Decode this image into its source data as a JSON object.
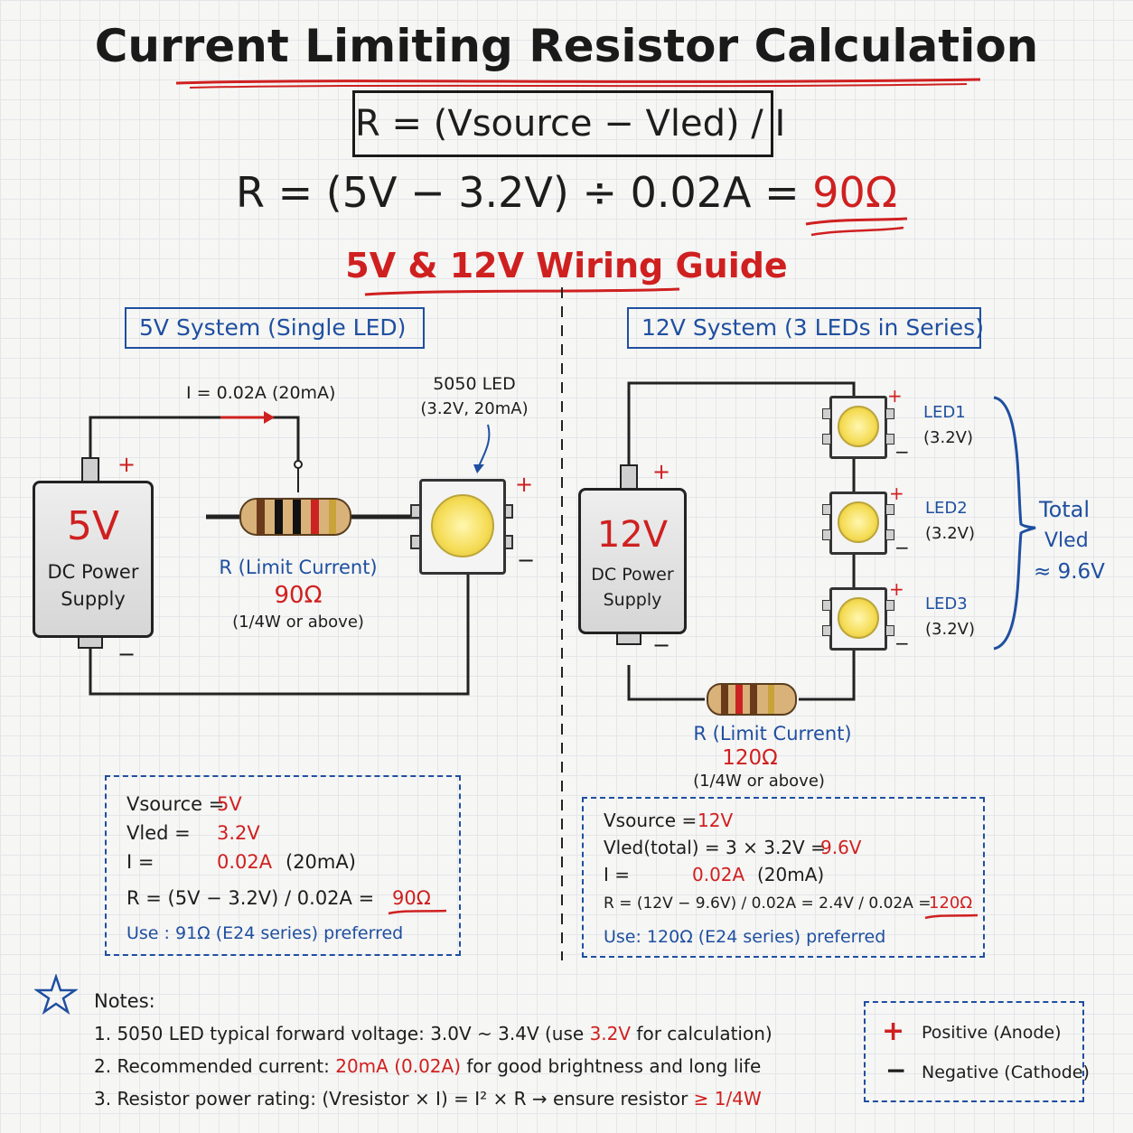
{
  "title": "Current Limiting Resistor Calculation",
  "formula": {
    "general": "R = (Vsource − Vled) / I",
    "worked_left": "R = (5V − 3.2V) ÷ 0.02A = ",
    "worked_result": "90Ω"
  },
  "subtitle": "5V & 12V Wiring Guide",
  "left": {
    "system_label": "5V System (Single LED)",
    "current_label": "I = 0.02A (20mA)",
    "led_label_1": "5050 LED",
    "led_label_2": "(3.2V, 20mA)",
    "supply_voltage": "5V",
    "supply_text_1": "DC Power",
    "supply_text_2": "Supply",
    "resistor_label": "R (Limit Current)",
    "resistor_value": "90Ω",
    "resistor_power": "(1/4W or above)",
    "plus": "+",
    "minus": "−",
    "calc": {
      "vsource_label": "Vsource =",
      "vsource_value": "5V",
      "vled_label": "Vled =",
      "vled_value": "3.2V",
      "i_label": "I =",
      "i_value": "0.02A",
      "i_extra": "(20mA)",
      "r_formula": "R = (5V − 3.2V) / 0.02A =",
      "r_value": "90Ω",
      "use": "Use : 91Ω (E24 series) preferred"
    }
  },
  "right": {
    "system_label": "12V System (3 LEDs in Series)",
    "supply_voltage": "12V",
    "supply_text_1": "DC Power",
    "supply_text_2": "Supply",
    "leds": [
      {
        "name": "LED1",
        "voltage": "(3.2V)"
      },
      {
        "name": "LED2",
        "voltage": "(3.2V)"
      },
      {
        "name": "LED3",
        "voltage": "(3.2V)"
      }
    ],
    "total_1": "Total",
    "total_2": "Vled",
    "total_3": "≈ 9.6V",
    "resistor_label": "R (Limit Current)",
    "resistor_value": "120Ω",
    "resistor_power": "(1/4W or above)",
    "plus": "+",
    "minus": "−",
    "calc": {
      "vsource_label": "Vsource =",
      "vsource_value": "12V",
      "vled_label": "Vled(total) = 3 × 3.2V =",
      "vled_value": "9.6V",
      "i_label": "I =",
      "i_value": "0.02A",
      "i_extra": "(20mA)",
      "r_formula": "R = (12V − 9.6V) / 0.02A = 2.4V / 0.02A =",
      "r_value": "120Ω",
      "use": "Use: 120Ω (E24 series) preferred"
    }
  },
  "notes": {
    "heading": "Notes:",
    "n1_a": "1. 5050 LED typical forward voltage: 3.0V ~ 3.4V (use ",
    "n1_b": "3.2V",
    "n1_c": " for calculation)",
    "n2_a": "2. Recommended current: ",
    "n2_b": "20mA (0.02A)",
    "n2_c": " for good brightness and long life",
    "n3_a": "3. Resistor power rating: (Vresistor × I) = I² × R → ensure resistor ",
    "n3_b": "≥ 1/4W"
  },
  "legend": {
    "plus_symbol": "+",
    "plus_text": "Positive (Anode)",
    "minus_symbol": "−",
    "minus_text": "Negative (Cathode)"
  },
  "colors": {
    "accent_red": "#cf2020",
    "accent_blue": "#1f4fa0",
    "ink": "#1d1d1d",
    "led_yellow": "#f5dc55"
  }
}
